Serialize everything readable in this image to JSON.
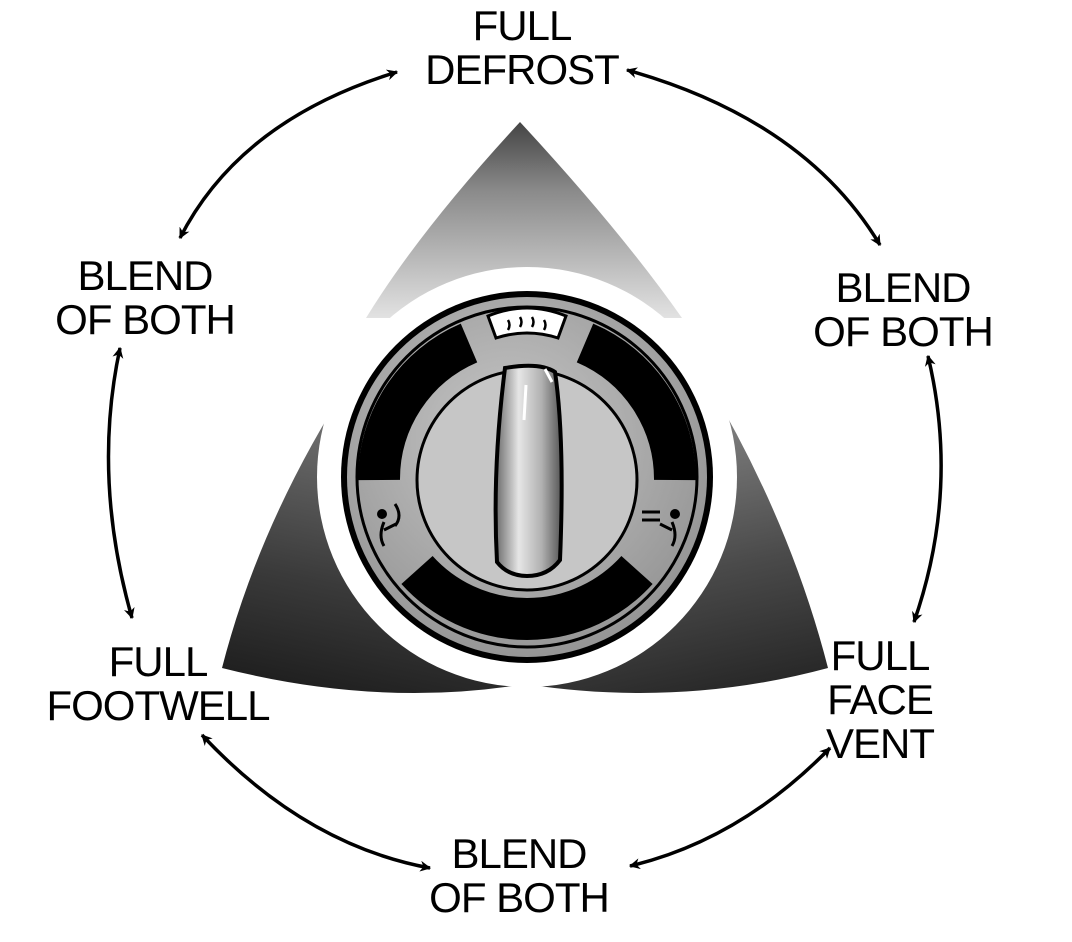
{
  "labels": {
    "top": [
      "FULL",
      "DEFROST"
    ],
    "upper_right": [
      "BLEND",
      "OF BOTH"
    ],
    "lower_right": [
      "FULL",
      "FACE",
      "VENT"
    ],
    "bottom": [
      "BLEND",
      "OF BOTH"
    ],
    "lower_left": [
      "FULL",
      "FOOTWELL"
    ],
    "upper_left": [
      "BLEND",
      "OF BOTH"
    ]
  },
  "colors": {
    "ink": "#000000",
    "lobe_dark": "#2a2a2a",
    "lobe_light": "#d4d4d4",
    "knob_face": "#a9a9a9",
    "background": "#ffffff"
  },
  "icons": {
    "top_symbol": "windshield-defrost-icon",
    "left_symbol": "footwell-airflow-icon",
    "right_symbol": "face-vent-airflow-icon"
  }
}
